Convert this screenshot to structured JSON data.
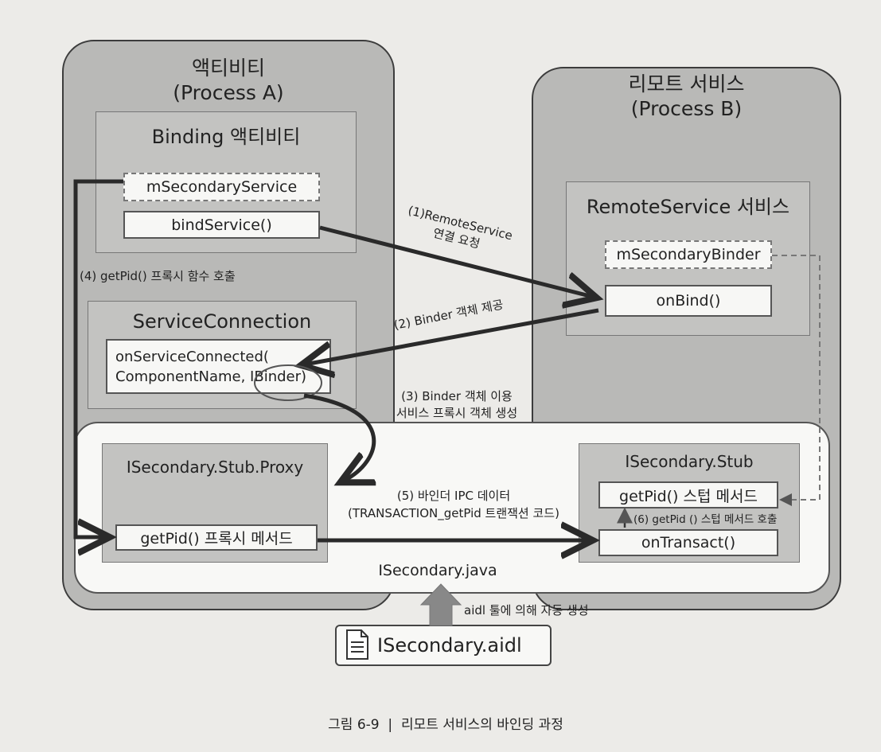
{
  "processA": {
    "title_line1": "액티비티",
    "title_line2": "(Process A)"
  },
  "processB": {
    "title_line1": "리모트 서비스",
    "title_line2": "(Process B)"
  },
  "bindingActivity": {
    "title": "Binding 액티비티",
    "field": "mSecondaryService",
    "method": "bindService()"
  },
  "serviceConnection": {
    "title": "ServiceConnection",
    "method_line1": "onServiceConnected(",
    "method_line2": "ComponentName, IBinder)"
  },
  "remoteService": {
    "title": "RemoteService 서비스",
    "field": "mSecondaryBinder",
    "method": "onBind()"
  },
  "interfaceFile": {
    "name": "ISecondary.java",
    "proxy": {
      "title": "ISecondary.Stub.Proxy",
      "method": "getPid() 프록시 메서드"
    },
    "stub": {
      "title": "ISecondary.Stub",
      "method": "getPid() 스텁 메서드",
      "transact": "onTransact()"
    }
  },
  "aidlFile": {
    "name": "ISecondary.aidl"
  },
  "steps": {
    "step1_line1": "(1)RemoteService",
    "step1_line2": "연결 요청",
    "step2": "(2) Binder 객체 제공",
    "step3_line1": "(3) Binder 객체 이용",
    "step3_line2": "서비스 프록시 객체 생성",
    "step4": "(4) getPid() 프록시 함수 호출",
    "step5_line1": "(5) 바인더 IPC 데이터",
    "step5_line2": "(TRANSACTION_getPid 트랜잭션 코드)",
    "step6": "(6) getPid () 스텁 메서드 호출",
    "aidl_tool": "aidl 툴에 의해 자동 생성"
  },
  "caption": "그림 6-9  |  리모트 서비스의 바인딩 과정"
}
